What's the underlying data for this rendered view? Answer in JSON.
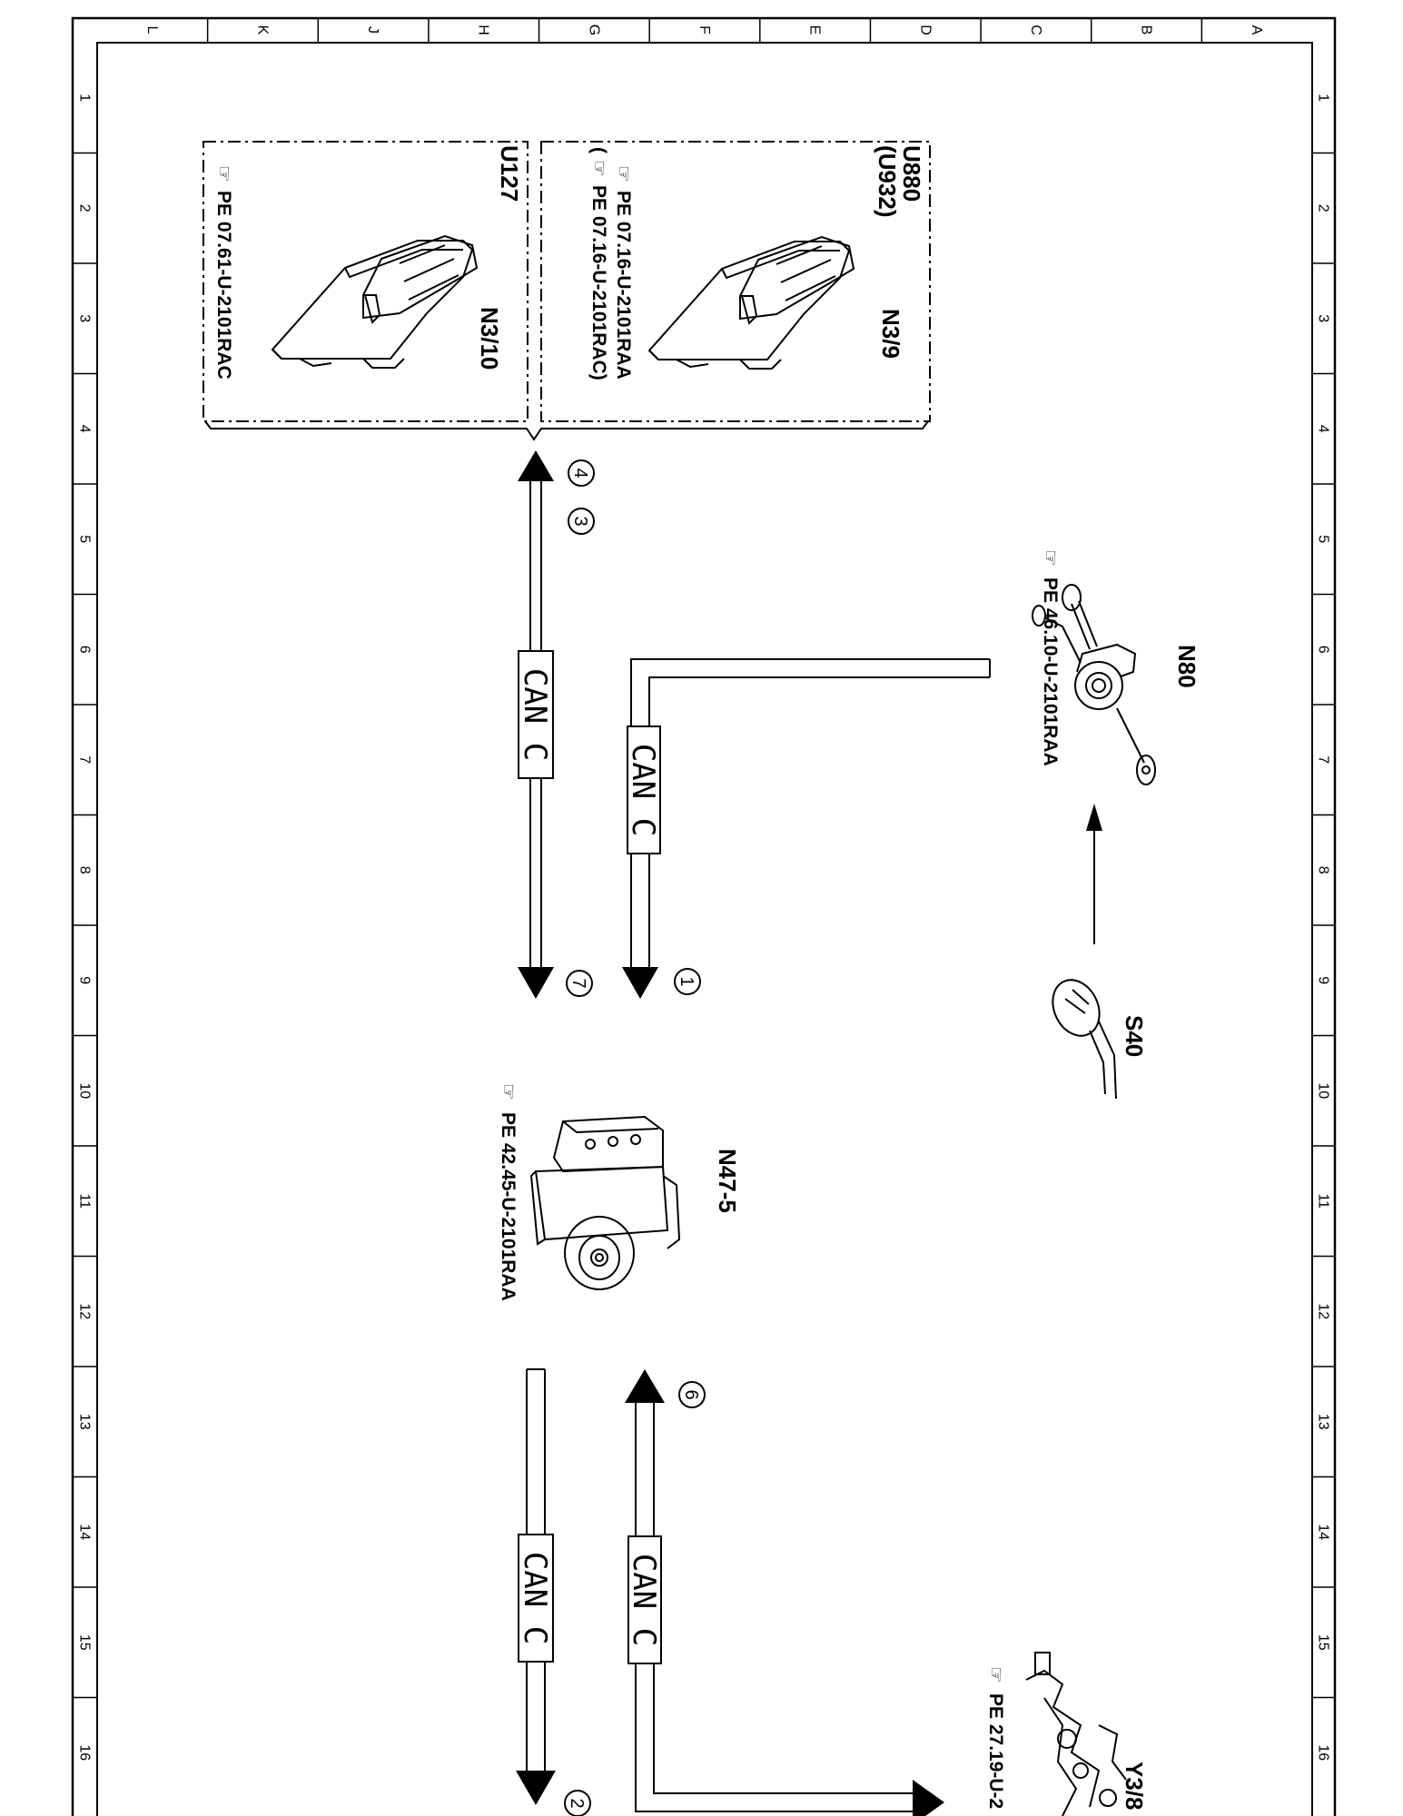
{
  "grid": {
    "columns": [
      "L",
      "K",
      "J",
      "H",
      "G",
      "F",
      "E",
      "D",
      "C",
      "B",
      "A"
    ],
    "rows": [
      "1",
      "2",
      "3",
      "4",
      "5",
      "6",
      "7",
      "8",
      "9",
      "10",
      "11",
      "12",
      "13",
      "14",
      "15",
      "16"
    ]
  },
  "components": {
    "n3_10": {
      "label": "N3/10",
      "ref": "PE 07.61-U-2101RAC",
      "group": "U127"
    },
    "n3_9": {
      "label": "N3/9",
      "ref1": "PE 07.16-U-2101RAA",
      "ref2": "PE 07.16-U-2101RAC)",
      "ref2_open": "(",
      "group1": "U880",
      "group2": "(U932)"
    },
    "n80": {
      "label": "N80",
      "ref": "PE 46.10-U-2101RAA"
    },
    "s40": {
      "label": "S40"
    },
    "n47_5": {
      "label": "N47-5",
      "ref": "PE 42.45-U-2101RAA"
    },
    "y3_8": {
      "label": "Y3/8",
      "ref": "PE 27.19-U-2"
    }
  },
  "bus": {
    "can1": "CAN C",
    "can2": "CAN C",
    "can3": "CAN C",
    "can4": "CAN C"
  },
  "markers": {
    "m1": "1",
    "m2": "2",
    "m3": "3",
    "m4": "4",
    "m6": "6",
    "m7": "7"
  }
}
